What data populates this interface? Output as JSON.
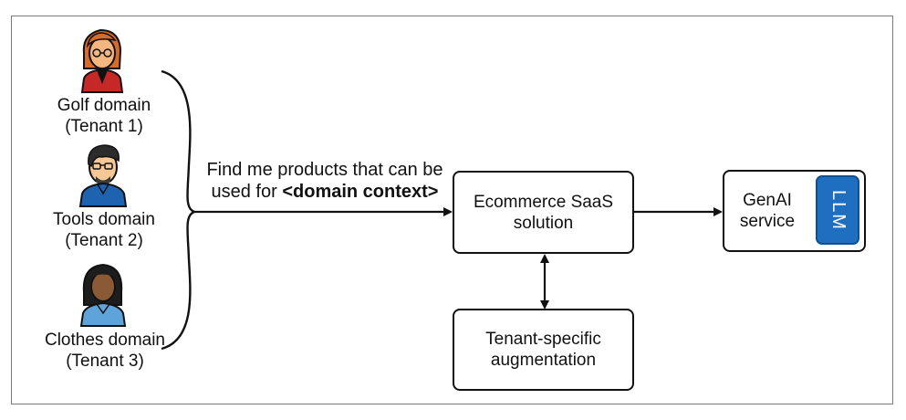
{
  "tenants": [
    {
      "domain": "Golf domain",
      "tenant": "(Tenant 1)"
    },
    {
      "domain": "Tools domain",
      "tenant": "(Tenant 2)"
    },
    {
      "domain": "Clothes domain",
      "tenant": "(Tenant 3)"
    }
  ],
  "prompt": {
    "line1": "Find me products that can be",
    "line2_prefix": "used for ",
    "line2_bold": "<domain context>"
  },
  "ecommerce": {
    "line1": "Ecommerce SaaS",
    "line2": "solution"
  },
  "genai": {
    "line1": "GenAI",
    "line2": "service",
    "llm": "LLM"
  },
  "augmentation": {
    "line1": "Tenant-specific",
    "line2": "augmentation"
  },
  "colors": {
    "llm_blue": "#1f6fc0",
    "tenant1_shirt": "#c62828",
    "tenant2_shirt": "#1e63b0",
    "tenant3_shirt": "#5fa3db"
  }
}
